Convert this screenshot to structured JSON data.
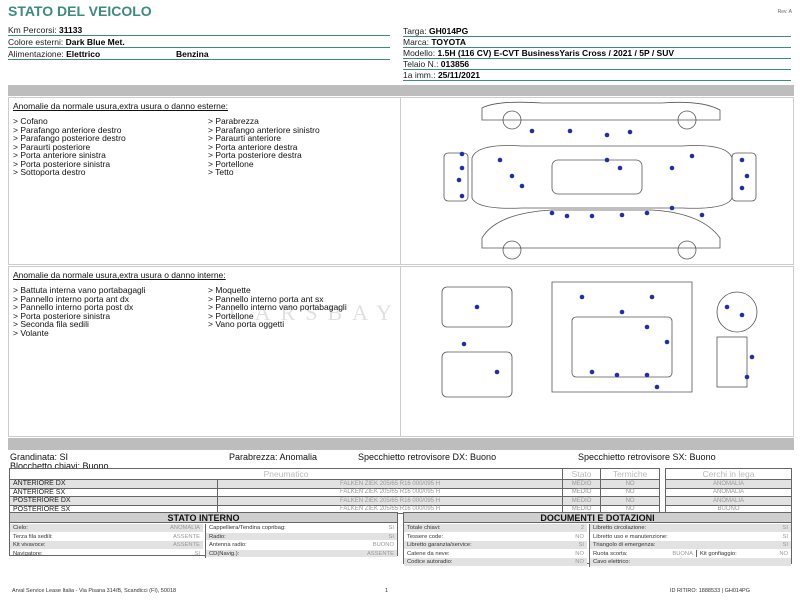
{
  "header": {
    "title": "STATO DEL VEICOLO",
    "rev": "Rev. A"
  },
  "info_left": [
    {
      "label": "Km Percorsi: ",
      "value": "31133"
    },
    {
      "label": "Colore esterni: ",
      "value": "Dark Blue Met."
    },
    {
      "label": "Alimentazione: ",
      "value": "Elettrico",
      "value2": "Benzina"
    }
  ],
  "info_right": [
    {
      "label": "Targa: ",
      "value": "GH014PG"
    },
    {
      "label": "Marca: ",
      "value": "TOYOTA"
    },
    {
      "label": "Modello: ",
      "value": "1.5H (116 CV) E-CVT BusinessYaris Cross / 2021 / 5P / SUV"
    },
    {
      "label": "Telaio N.: ",
      "value": "013856"
    },
    {
      "label": "1a imm.: ",
      "value": "25/11/2021"
    }
  ],
  "external": {
    "title": "Anomalie da normale usura,extra usura o danno esterne:",
    "col1": [
      "> Cofano",
      "> Parafango anteriore destro",
      "> Parafango posteriore destro",
      "> Paraurti posteriore",
      "> Porta anteriore sinistra",
      "> Porta posteriore sinistra",
      "> Sottoporta destro"
    ],
    "col2": [
      "> Parabrezza",
      "> Parafango anteriore sinistro",
      "> Paraurti anteriore",
      "> Porta anteriore destra",
      "> Porta posteriore destra",
      "> Portellone",
      "> Tetto"
    ]
  },
  "internal": {
    "title": "Anomalie da normale usura,extra usura o danno interne:",
    "col1": [
      "> Battuta interna vano portabagagli",
      "> Pannello interno porta ant dx",
      "> Pannello interno porta post dx",
      "> Porta posteriore sinistra",
      "> Seconda fila sedili",
      "> Volante"
    ],
    "col2": [
      "> Moquette",
      "> Pannello interno porta ant sx",
      "> Pannello interno vano portabagagli",
      "> Portellone",
      "> Vano porta oggetti"
    ]
  },
  "watermark": "CARSBAY",
  "summary": {
    "grandinata": "Grandinata: SI",
    "blocchetto": "Blocchetto chiavi: Buono",
    "parabrezza": "Parabrezza: Anomalia",
    "spec_dx": "Specchietto retrovisore DX: Buono",
    "spec_sx": "Specchietto retrovisore SX: Buono"
  },
  "tyres": {
    "headers": [
      "Pneumatico",
      "Stato",
      "Termiche",
      "Cerchi in lega"
    ],
    "rows": [
      {
        "pos": "ANTERIORE DX",
        "tyre": "FALKEN ZIEK 205/65 R16 000/095 H",
        "stato": "MEDIO",
        "termiche": "NO",
        "cerchi": "ANOMALIA"
      },
      {
        "pos": "ANTERIORE SX",
        "tyre": "FALKEN ZIEK 205/65 R16 000/095 H",
        "stato": "MEDIO",
        "termiche": "NO",
        "cerchi": "ANOMALIA"
      },
      {
        "pos": "POSTERIORE DX",
        "tyre": "FALKEN ZIEK 205/65 R16 000/095 H",
        "stato": "MEDIO",
        "termiche": "NO",
        "cerchi": "ANOMALIA"
      },
      {
        "pos": "POSTERIORE SX",
        "tyre": "FALKEN ZIEK 205/65 R16 000/095 H",
        "stato": "MEDIO",
        "termiche": "NO",
        "cerchi": "BUONO"
      }
    ]
  },
  "stato_interno": {
    "title": "STATO INTERNO",
    "left": [
      {
        "k": "Cielo:",
        "v": "ANOMALIA"
      },
      {
        "k": "Terza fila sedili:",
        "v": "ASSENTE"
      },
      {
        "k": "Kit vivavoce:",
        "v": "ASSENTE"
      },
      {
        "k": "Navigatore:",
        "v": "SI"
      }
    ],
    "right": [
      {
        "k": "Cappelliera/Tendina copribag:",
        "v": "SI"
      },
      {
        "k": "Radio:",
        "v": "SI"
      },
      {
        "k": "Antenna radio:",
        "v": "BUONO"
      },
      {
        "k": "CD(Navig.):",
        "v": "ASSENTE"
      }
    ]
  },
  "documenti": {
    "title": "DOCUMENTI E DOTAZIONI",
    "left": [
      {
        "k": "Totale chiavi:",
        "v": "2"
      },
      {
        "k": "Tessere code:",
        "v": "NO"
      },
      {
        "k": "Libretto garanzia/service:",
        "v": "SI"
      },
      {
        "k": "Catene da neve:",
        "v": "NO"
      },
      {
        "k": "Codice autoradio:",
        "v": "NO"
      }
    ],
    "right": [
      {
        "k": "Libretto circolazione:",
        "v": "SI"
      },
      {
        "k": "Libretto uso e manutenzione:",
        "v": "SI"
      },
      {
        "k": "Triangolo di emergenza:",
        "v": "SI"
      },
      {
        "k": "Ruota scorta:",
        "v": "BUONA",
        "k2": "Kit gonfiaggio:",
        "v2": "NO"
      },
      {
        "k": "Cavo elettrico:",
        "v": ""
      }
    ]
  },
  "footer": {
    "address": "Arval Service Lease Italia - Via Pisana 314/B, Scandicci (FI), 50018",
    "page": "1",
    "id": "ID RITIRO: 1888533 | GH014PG"
  },
  "colors": {
    "accent": "#3d8a7e",
    "dot": "#1f2fa8"
  }
}
